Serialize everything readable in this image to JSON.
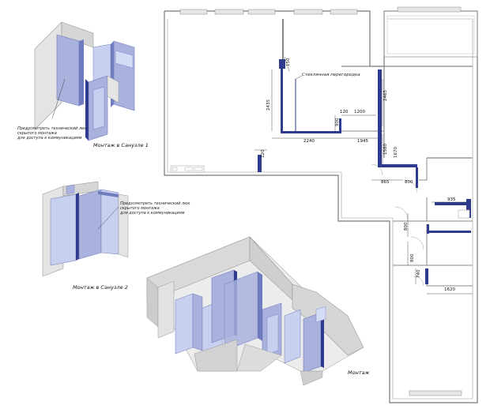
{
  "colors": {
    "wall": "#bdbdbd",
    "wall_dark": "#8c8c8c",
    "partition": "#2f3b8f",
    "panel": "#a9b2dd",
    "panel_dark": "#6f7bbf",
    "panel_glass": "#c8d0ef"
  },
  "notes": {
    "hatch_note_1": [
      "Предусмотреть технический люк",
      "скрытого монтажа",
      "для доступа к коммуникациям"
    ],
    "hatch_note_2": [
      "Предусмотреть технический люк",
      "скрытого монтажа",
      "для доступа к коммуникациям"
    ],
    "glass_partition": "Стеклянная перегородка"
  },
  "titles": {
    "bathroom_1": "Монтаж в Санузле 1",
    "bathroom_2": "Монтаж в Санузле 2",
    "overall": "Монтаж"
  },
  "dimensions": {
    "d2435": "2435",
    "d2240": "2240",
    "d1945": "1945",
    "d1200": "1200",
    "d120": "120",
    "d120b": "120",
    "d2465": "2465",
    "d900": "900",
    "d1580": "1580",
    "d1670": "1670",
    "d865": "865",
    "d800a": "800",
    "d800b": "800",
    "d800c": "800",
    "d740": "740",
    "d935": "935",
    "d1620": "1620",
    "d150": "150"
  }
}
